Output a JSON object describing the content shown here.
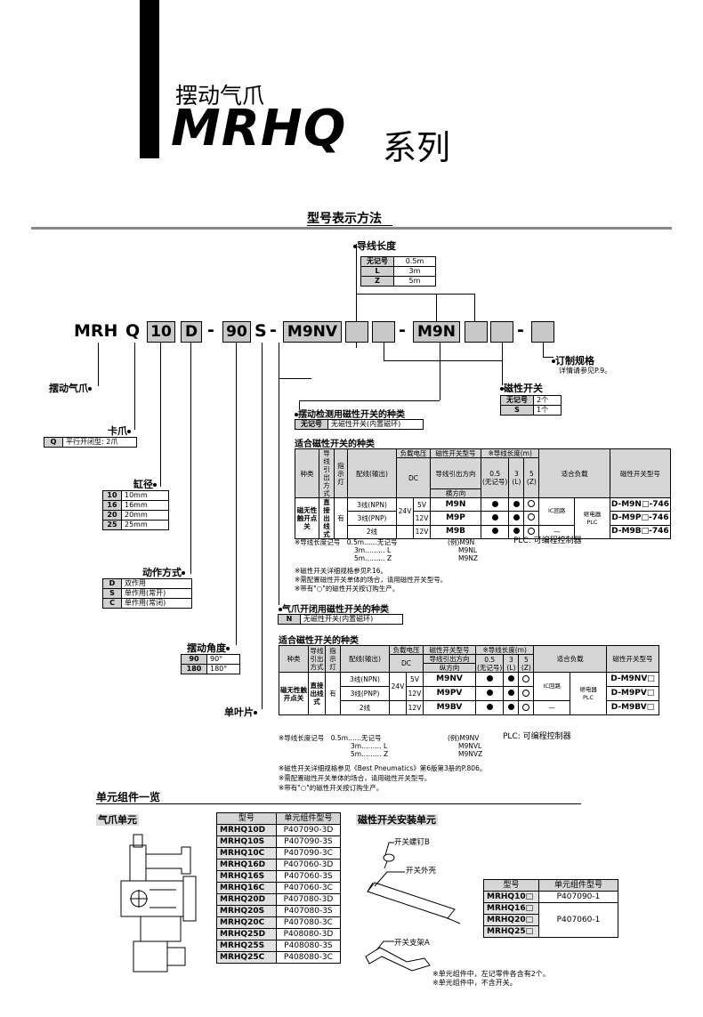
{
  "header": {
    "subtitle": "摆动气爪",
    "model": "MRHQ",
    "series": "系列"
  },
  "section_title": "型号表示方法",
  "code": {
    "segments": [
      "MRH",
      "Q",
      "10",
      "D",
      "-",
      "90",
      "S",
      "-",
      "M9NV",
      "",
      "",
      "-",
      "M9N",
      "",
      "",
      ""
    ]
  },
  "wire_length": {
    "title": "导线长度",
    "rows": [
      [
        "无记号",
        "0.5m"
      ],
      [
        "L",
        "3m"
      ],
      [
        "Z",
        "5m"
      ]
    ]
  },
  "custom_spec": {
    "title": "订制规格",
    "note": "详情请参见P.9。"
  },
  "gripper_switch": {
    "title": "磁性开关",
    "rows": [
      [
        "无记号",
        "2个"
      ],
      [
        "S",
        "1个"
      ]
    ]
  },
  "swing_switch_type": {
    "title": "摆动检测用磁性开关的种类",
    "rows": [
      [
        "无记号",
        "无磁性开关(内置磁环)"
      ]
    ]
  },
  "labels": {
    "rotary_gripper": "摆动气爪",
    "single_vane": "单叶片"
  },
  "jaw": {
    "title": "卡爪",
    "rows": [
      [
        "Q",
        "平行开闭型: 2爪"
      ]
    ]
  },
  "bore": {
    "title": "缸径",
    "rows": [
      [
        "10",
        "10mm"
      ],
      [
        "16",
        "16mm"
      ],
      [
        "20",
        "20mm"
      ],
      [
        "25",
        "25mm"
      ]
    ]
  },
  "action": {
    "title": "动作方式",
    "rows": [
      [
        "D",
        "双作用"
      ],
      [
        "S",
        "单作用(常开)"
      ],
      [
        "C",
        "单作用(常闭)"
      ]
    ]
  },
  "angle": {
    "title": "摆动角度",
    "rows": [
      [
        "90",
        "90°"
      ],
      [
        "180",
        "180°"
      ]
    ]
  },
  "table1": {
    "title": "适合磁性开关的种类",
    "headers": {
      "kind": "种类",
      "wiring": "导线引出方式",
      "indicator": "指示灯",
      "output": "配线(输出)",
      "voltage": "负载电压",
      "dc": "DC",
      "switch_model": "磁性开关型号",
      "lead_dir": "导线引出方向",
      "lead_dir_sub": "横方向",
      "wire_len": "※导线长度(m)",
      "wl": [
        "0.5",
        "3",
        "5"
      ],
      "wl_sub": [
        "(无记号)",
        "(L)",
        "(Z)"
      ],
      "load": "适合负载",
      "model": "磁性开关型号"
    },
    "kind": "磁无性触开点关",
    "wiring": "直接出线式",
    "indicator": "有",
    "rows": [
      {
        "output": "3线(NPN)",
        "v1": "24V",
        "v2": "5V",
        "sw": "M9N",
        "wl": [
          "●",
          "●",
          "○"
        ],
        "model": "D-M9N□-746"
      },
      {
        "output": "3线(PNP)",
        "v1": "",
        "v2": "12V",
        "sw": "M9P",
        "wl": [
          "●",
          "●",
          "○"
        ],
        "model": "D-M9P□-746"
      },
      {
        "output": "2线",
        "v1": "",
        "v2": "12V",
        "sw": "M9B",
        "wl": [
          "●",
          "●",
          "○"
        ],
        "model": "D-M9B□-746"
      }
    ],
    "load": [
      "IC回路",
      "继电器",
      "PLC",
      "—"
    ],
    "notes": [
      "※导线长度记号　0.5m……无记号",
      "3m……… L",
      "5m……… Z",
      "(例)M9N",
      "M9NL",
      "M9NZ",
      "PLC: 可编程控制器",
      "※磁性开关详细规格参见P.16。",
      "※需配置磁性开关单体的场合，请用磁性开关型号。",
      "※带有\"○\"的磁性开关按订购生产。"
    ]
  },
  "gripper_switch_type": {
    "title": "气爪开闭用磁性开关的种类",
    "rows": [
      [
        "N",
        "无磁性开关(内置磁环)"
      ]
    ]
  },
  "table2": {
    "title": "适合磁性开关的种类",
    "headers": {
      "kind": "种类",
      "wiring": "导线引出方式",
      "indicator": "指示灯",
      "output": "配线(输出)",
      "voltage": "负载电压",
      "dc": "DC",
      "switch_model": "磁性开关型号",
      "lead_dir": "导线引出方向",
      "lead_dir_sub": "纵方向",
      "wire_len": "※导线长度(m)",
      "wl": [
        "0.5",
        "3",
        "5"
      ],
      "wl_sub": [
        "(无记号)",
        "(L)",
        "(Z)"
      ],
      "load": "适合负载",
      "model": "磁性开关型号"
    },
    "kind": "磁无性触开点关",
    "wiring": "直接出线式",
    "indicator": "有",
    "rows": [
      {
        "output": "3线(NPN)",
        "v1": "24V",
        "v2": "5V",
        "sw": "M9NV",
        "wl": [
          "●",
          "●",
          "○"
        ],
        "model": "D-M9NV□"
      },
      {
        "output": "3线(PNP)",
        "v1": "",
        "v2": "12V",
        "sw": "M9PV",
        "wl": [
          "●",
          "●",
          "○"
        ],
        "model": "D-M9PV□"
      },
      {
        "output": "2线",
        "v1": "",
        "v2": "12V",
        "sw": "M9BV",
        "wl": [
          "●",
          "●",
          "○"
        ],
        "model": "D-M9BV□"
      }
    ],
    "load": [
      "IC回路",
      "继电器",
      "PLC",
      "—"
    ],
    "notes": [
      "※导线长度记号　0.5m……无记号",
      "3m……… L",
      "5m……… Z",
      "(例)M9NV",
      "M9NVL",
      "M9NVZ",
      "PLC: 可编程控制器",
      "※磁性开关详细规格参见《Best Pneumatics》第6版第3册的P.806。",
      "※需配置磁性开关单体的场合，请用磁性开关型号。",
      "※带有\"○\"的磁性开关按订购生产。"
    ]
  },
  "units": {
    "title": "单元组件一览",
    "gripper_unit": "气爪单元",
    "switch_unit": "磁性开关安装单元",
    "headers": [
      "型号",
      "单元组件型号"
    ],
    "gripper_rows": [
      [
        "MRHQ10D",
        "P407090-3D"
      ],
      [
        "MRHQ10S",
        "P407090-3S"
      ],
      [
        "MRHQ10C",
        "P407090-3C"
      ],
      [
        "MRHQ16D",
        "P407060-3D"
      ],
      [
        "MRHQ16S",
        "P407060-3S"
      ],
      [
        "MRHQ16C",
        "P407060-3C"
      ],
      [
        "MRHQ20D",
        "P407080-3D"
      ],
      [
        "MRHQ20S",
        "P407080-3S"
      ],
      [
        "MRHQ20C",
        "P407080-3C"
      ],
      [
        "MRHQ25D",
        "P408080-3D"
      ],
      [
        "MRHQ25S",
        "P408080-3S"
      ],
      [
        "MRHQ25C",
        "P408080-3C"
      ]
    ],
    "switch_rows": [
      [
        "MRHQ10□",
        "P407090-1"
      ],
      [
        "MRHQ16□",
        ""
      ],
      [
        "MRHQ20□",
        "P407060-1"
      ],
      [
        "MRHQ25□",
        ""
      ]
    ],
    "parts": [
      "开关螺钉B",
      "开关外壳",
      "开关支架A"
    ],
    "notes": [
      "※单元组件中，左记零件各含有2个。",
      "※单元组件中，不含开关。"
    ]
  }
}
